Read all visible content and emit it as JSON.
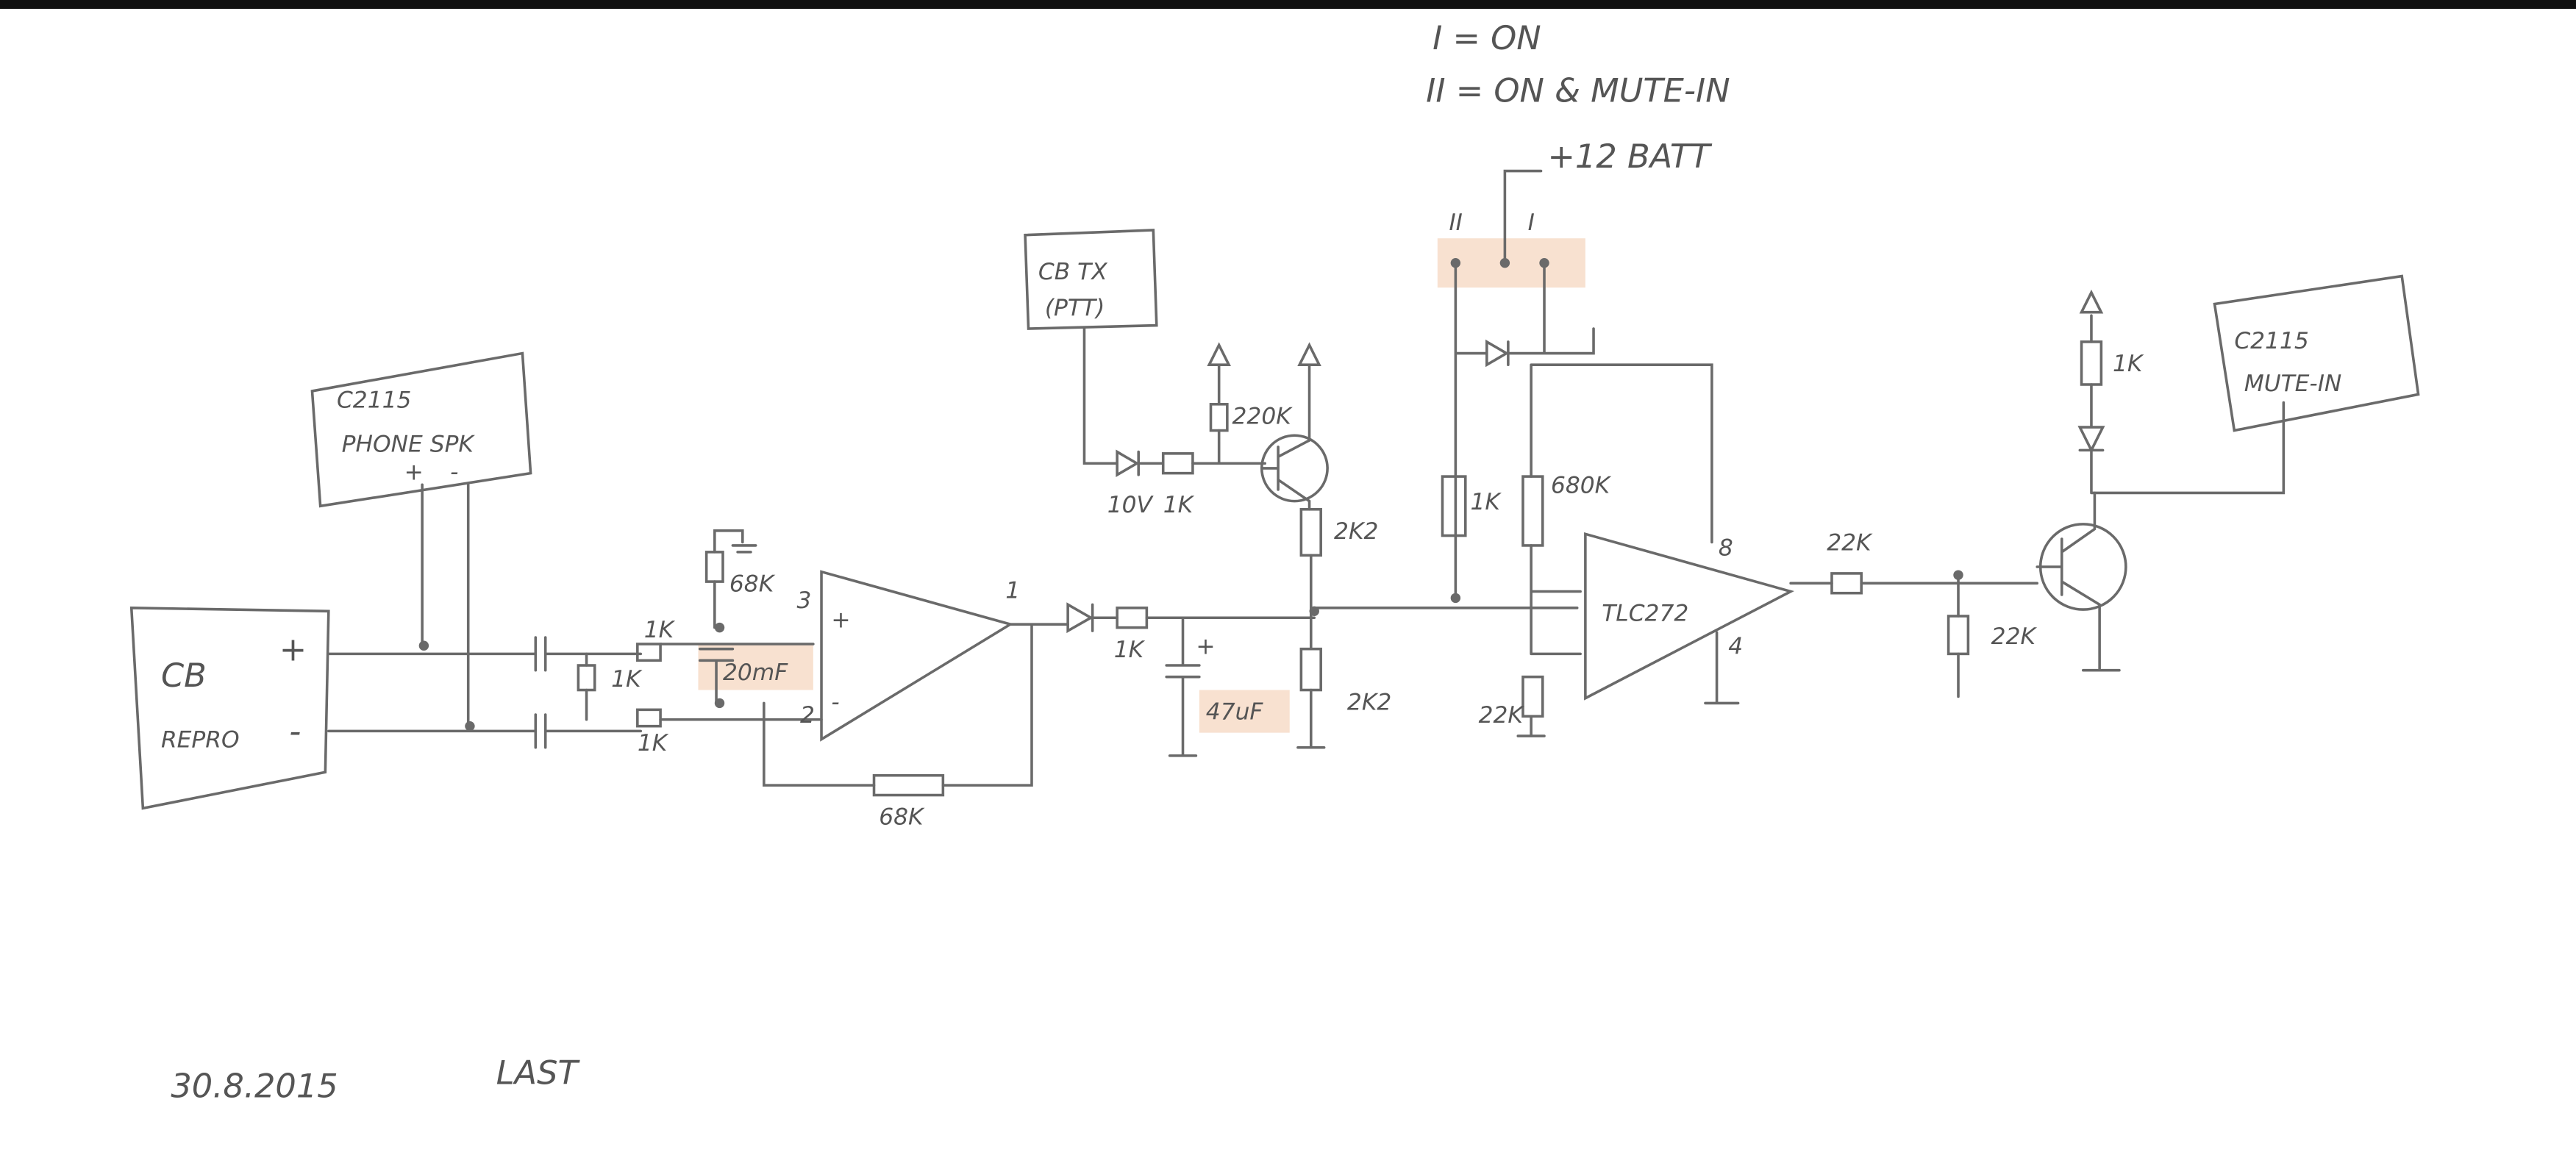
{
  "legend": {
    "line1": "I = ON",
    "line2": "II = ON & MUTE-IN"
  },
  "supply": {
    "label": "+12 BATT",
    "switch_pos_2": "II",
    "switch_pos_1": "I"
  },
  "blocks": {
    "cb_repro": {
      "line1": "CB",
      "line2": "REPRO",
      "plus": "+",
      "minus": "-"
    },
    "phone_spk": {
      "line1": "C2115",
      "line2": "PHONE SPK",
      "plus": "+",
      "minus": "-"
    },
    "cb_tx": {
      "line1": "CB TX",
      "line2": "(PTT)"
    },
    "mute_in": {
      "line1": "C2115",
      "line2": "MUTE-IN"
    }
  },
  "components": {
    "r_in_top": "1K",
    "r_in_mid": "1K",
    "r_in_bot": "1K",
    "r_bias": "68K",
    "c_bias": "20mF",
    "opamp1_pin3": "3",
    "opamp1_pin2": "2",
    "opamp1_pin1": "1",
    "opamp1_plus": "+",
    "opamp1_minus": "-",
    "r_feedback": "68K",
    "r_after_diode": "1K",
    "c_filter": "47uF",
    "c_plus": "+",
    "zener": "10V",
    "r_ptt": "1K",
    "r_220k": "220K",
    "r_2k2_top": "2K2",
    "r_2k2_bot": "2K2",
    "r_1k_div": "1K",
    "r_680k": "680K",
    "r_22k_div": "22K",
    "opamp2": "TLC272",
    "opamp2_pin8": "8",
    "opamp2_pin4": "4",
    "r_22k_series": "22K",
    "r_22k_shunt": "22K",
    "r_led": "1K"
  },
  "footer": {
    "date": "30.8.2015",
    "signature": "LAST"
  }
}
